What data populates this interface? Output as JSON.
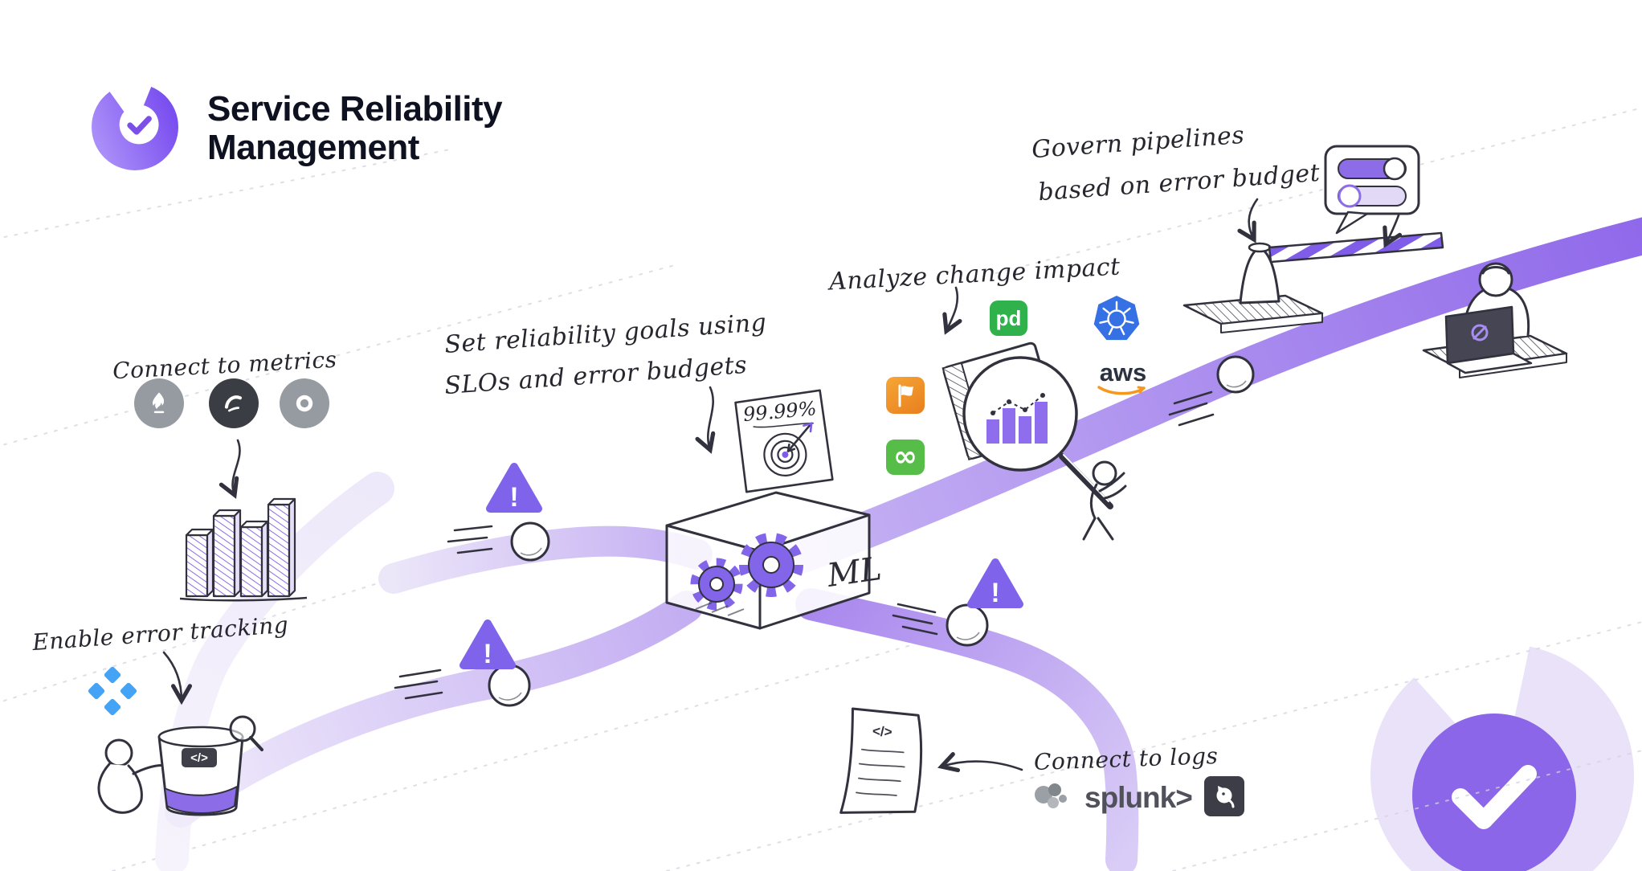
{
  "header": {
    "title_line1": "Service Reliability",
    "title_line2": "Management",
    "logo_icon": "srm-gauge-check-icon"
  },
  "annotations": {
    "connect_metrics": "Connect to metrics",
    "enable_error_tracking": "Enable error tracking",
    "set_goals_line1": "Set reliability goals using",
    "set_goals_line2": "SLOs and error budgets",
    "analyze_change": "Analyze change impact",
    "govern_line1": "Govern pipelines",
    "govern_line2": "based on error budget",
    "connect_logs": "Connect to logs"
  },
  "labels": {
    "slo_target": "99.99%",
    "ml": "ML",
    "pagerduty": "pd",
    "aws": "aws",
    "splunk": "splunk>",
    "code_glyph": "</>",
    "warning_mark": "!",
    "loop_glyph": "∞"
  },
  "icons": [
    "srm-gauge-check-icon",
    "prometheus-flame-icon",
    "metrics-swirl-icon",
    "metrics-ring-icon",
    "error-tracking-diamond-icon",
    "pagerduty-icon",
    "kubernetes-wheel-icon",
    "feature-flag-icon",
    "aws-logo",
    "pipelines-loop-icon",
    "elastic-icon",
    "splunk-logo",
    "datadog-icon",
    "warning-triangle-icon",
    "toggle-switches-icon",
    "watermark-gauge-check-icon"
  ],
  "colors": {
    "ink": "#32323e",
    "accent_purple": "#7d5ce8",
    "road_light": "#ece6f9",
    "road_dark": "#8f68ea",
    "warning_fill": "#7f63ea",
    "pagerduty_green": "#2fb24c",
    "kubernetes_blue": "#3570e4",
    "flag_orange": "#ef8f1f",
    "loop_green": "#56bd49",
    "error_blue": "#44a3f4",
    "gray_icon": "#969ba1",
    "aws_smile_orange": "#f7981d"
  }
}
